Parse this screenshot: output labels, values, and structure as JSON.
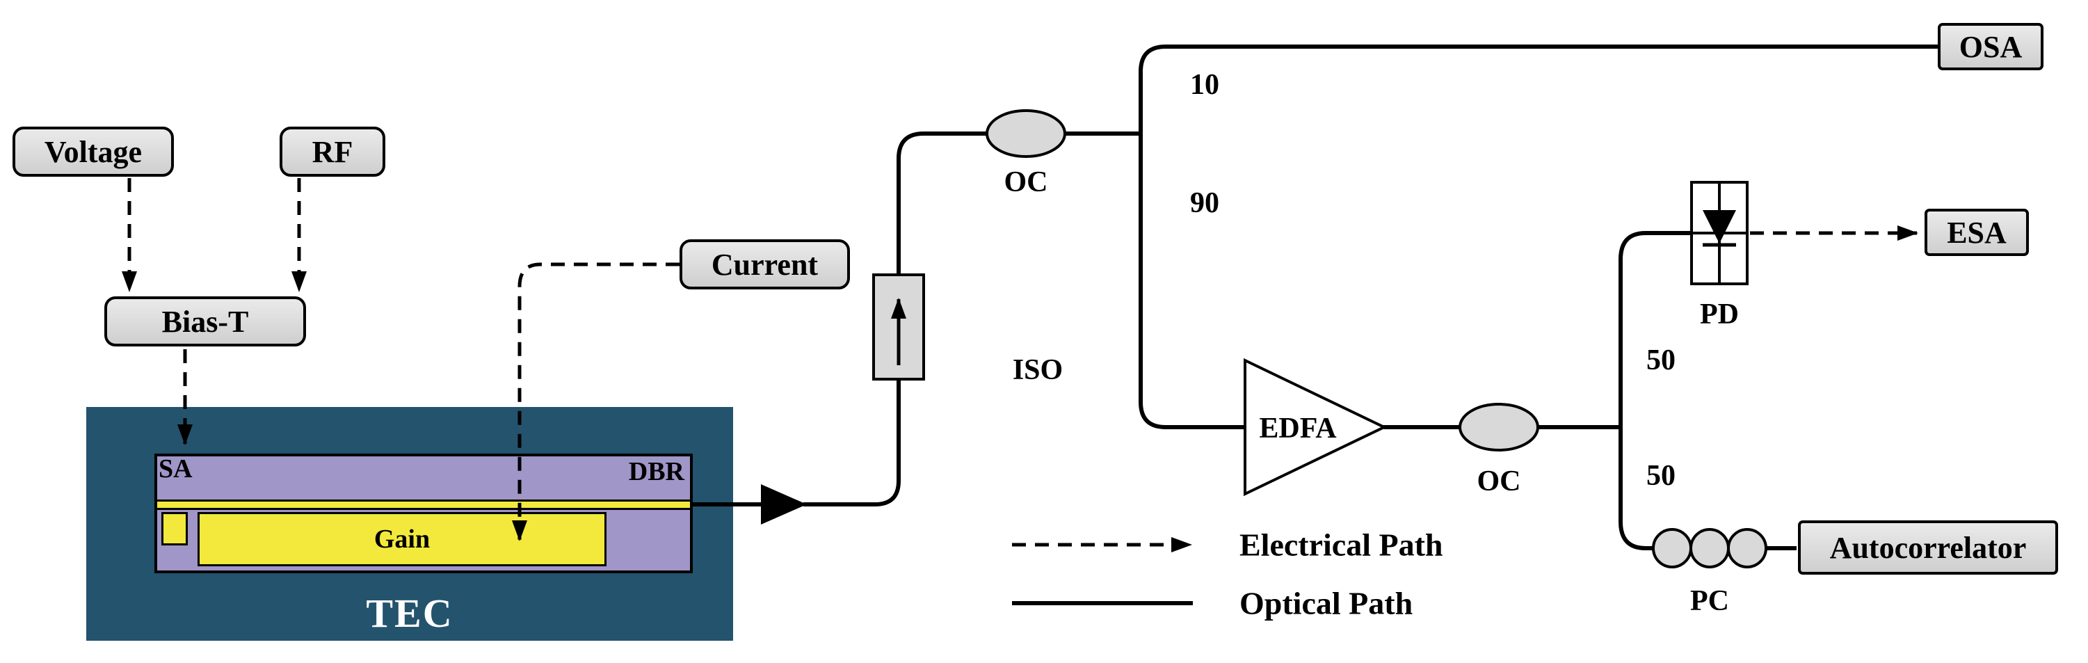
{
  "diagram": {
    "electrical_sources": {
      "voltage": "Voltage",
      "rf": "RF",
      "bias_t": "Bias-T",
      "current": "Current"
    },
    "laser_chip": {
      "sa": "SA",
      "dbr": "DBR",
      "gain": "Gain",
      "tec": "TEC"
    },
    "optical_components": {
      "iso": "ISO",
      "oc1": "OC",
      "oc2": "OC",
      "edfa": "EDFA",
      "pd": "PD",
      "pc": "PC"
    },
    "instruments": {
      "osa": "OSA",
      "esa": "ESA",
      "autocorrelator": "Autocorrelator"
    },
    "split_ratios": {
      "oc1_tap": "10",
      "oc1_through": "90",
      "oc2_top": "50",
      "oc2_bottom": "50"
    },
    "legend": {
      "electrical": "Electrical Path",
      "optical": "Optical Path"
    },
    "colors": {
      "box_fill": "#d9d9d9",
      "tec_blue": "#24536d",
      "chip_purple": "#a096c8",
      "contact_yellow": "#f2e93c"
    }
  }
}
